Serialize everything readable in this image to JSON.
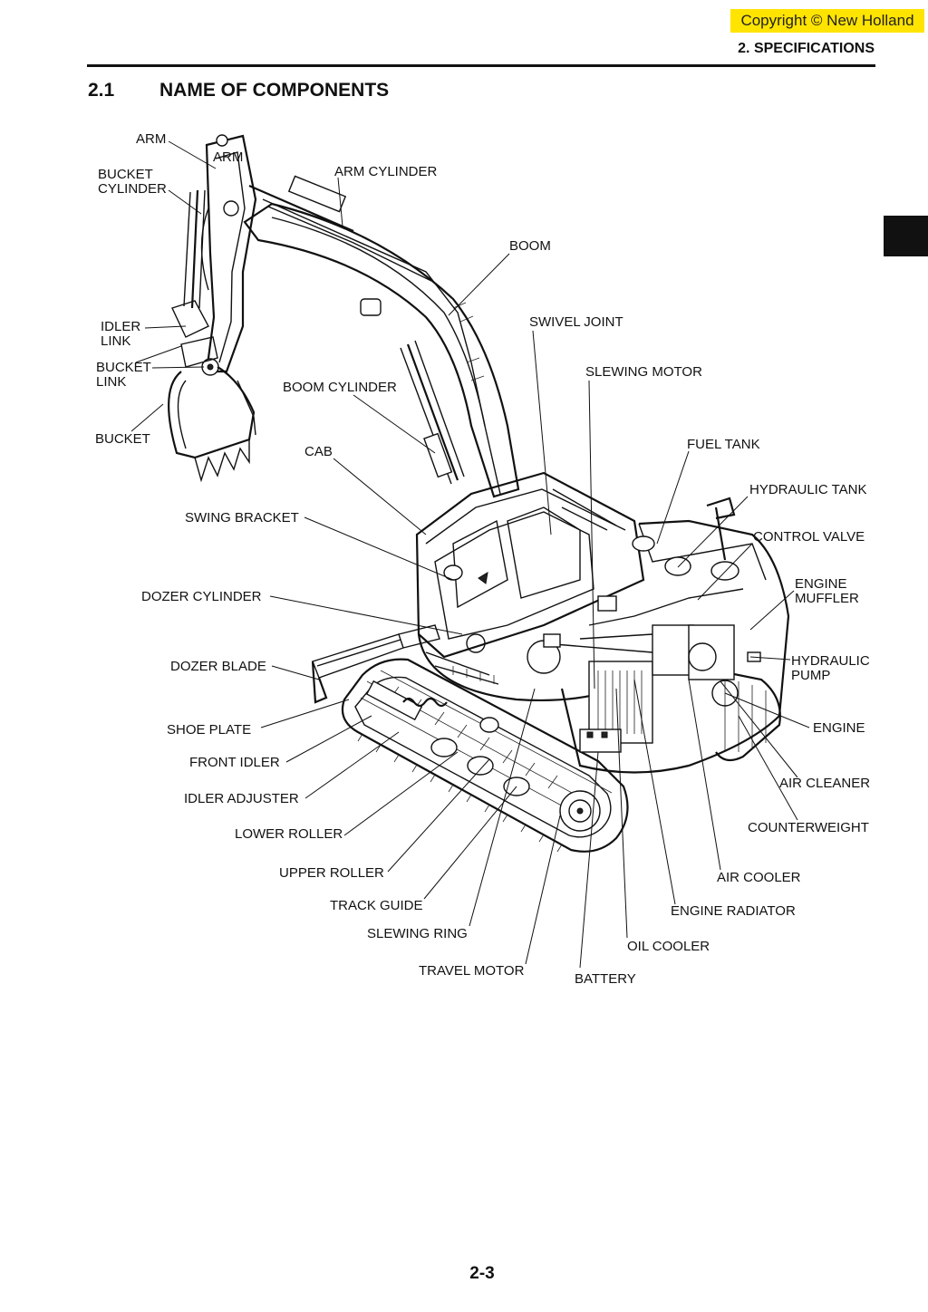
{
  "header": {
    "copyright": "Copyright © New Holland",
    "section": "2. SPECIFICATIONS"
  },
  "heading": {
    "number": "2.1",
    "title": "NAME OF COMPONENTS"
  },
  "diagram": {
    "labels": {
      "arm": "ARM",
      "bucket_cylinder_1": "BUCKET",
      "bucket_cylinder_2": "CYLINDER",
      "arm_cylinder": "ARM CYLINDER",
      "boom": "BOOM",
      "idler_link_1": "IDLER",
      "idler_link_2": "LINK",
      "swivel_joint": "SWIVEL JOINT",
      "bucket_link_1": "BUCKET",
      "bucket_link_2": "LINK",
      "slewing_motor": "SLEWING MOTOR",
      "boom_cylinder": "BOOM CYLINDER",
      "bucket": "BUCKET",
      "fuel_tank": "FUEL TANK",
      "cab": "CAB",
      "hydraulic_tank": "HYDRAULIC TANK",
      "swing_bracket": "SWING BRACKET",
      "control_valve": "CONTROL VALVE",
      "engine_muffler_1": "ENGINE",
      "engine_muffler_2": "MUFFLER",
      "dozer_cylinder": "DOZER CYLINDER",
      "hydraulic_pump_1": "HYDRAULIC",
      "hydraulic_pump_2": "PUMP",
      "dozer_blade": "DOZER BLADE",
      "shoe_plate": "SHOE PLATE",
      "engine": "ENGINE",
      "front_idler": "FRONT IDLER",
      "air_cleaner": "AIR CLEANER",
      "idler_adjuster": "IDLER ADJUSTER",
      "counterweight": "COUNTERWEIGHT",
      "lower_roller": "LOWER ROLLER",
      "upper_roller": "UPPER ROLLER",
      "air_cooler": "AIR COOLER",
      "track_guide": "TRACK GUIDE",
      "engine_radiator": "ENGINE RADIATOR",
      "slewing_ring": "SLEWING RING",
      "oil_cooler": "OIL COOLER",
      "travel_motor": "TRAVEL MOTOR",
      "battery": "BATTERY",
      "arm_stamp": "ARM"
    }
  },
  "footer": {
    "page_number": "2-3"
  }
}
